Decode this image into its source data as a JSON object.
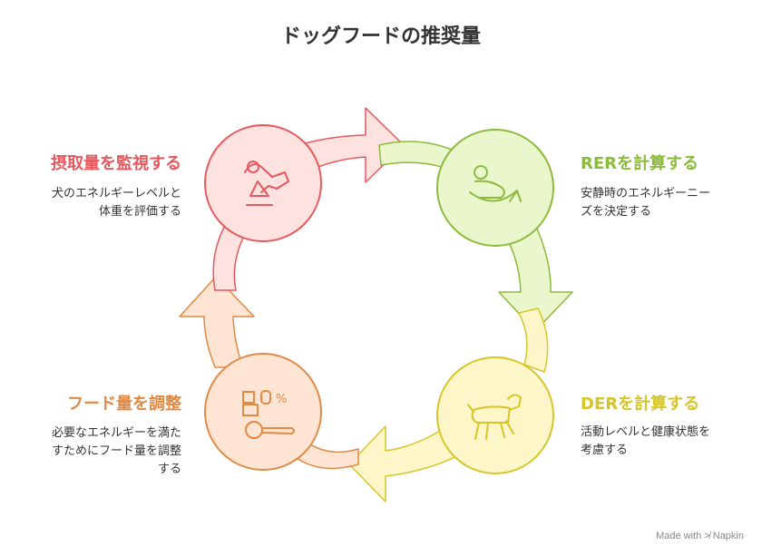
{
  "title": "ドッグフードの推奨量",
  "steps": [
    {
      "title": "摂取量を監視する",
      "description": "犬のエネルギーレベルと\n体重を評価する",
      "icon": "jumping-dog-icon",
      "color": "#e5595e"
    },
    {
      "title": "RERを計算する",
      "description": "安静時のエネルギーニー\nズを決定する",
      "icon": "resting-dog-icon",
      "color": "#8cba3c"
    },
    {
      "title": "DERを計算する",
      "description": "活動レベルと健康状態を\n考慮する",
      "icon": "walking-dog-icon",
      "color": "#d6c52a"
    },
    {
      "title": "フード量を調整",
      "description": "必要なエネルギーを満た\nすためにフード量を調整\nする",
      "icon": "food-scoop-icon",
      "color": "#e08a45"
    }
  ],
  "footer": "Made with ≯ Napkin"
}
